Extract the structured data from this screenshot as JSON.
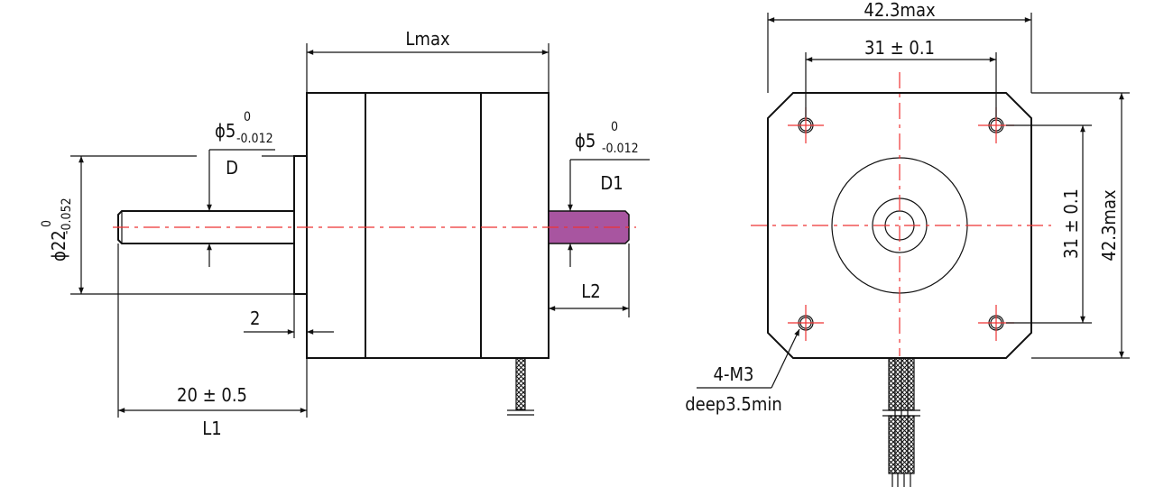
{
  "side_view": {
    "length_label": "Lmax",
    "shaft_front": {
      "dia_symbol": "ϕ5",
      "tol_upper": "0",
      "tol_lower": "-0.012",
      "label": "D"
    },
    "shaft_rear": {
      "dia_symbol": "ϕ5",
      "tol_upper": "0",
      "tol_lower": "-0.012",
      "label": "D1"
    },
    "pilot": {
      "dia_symbol": "ϕ22",
      "tol_upper": "0",
      "tol_lower": "-0.052"
    },
    "pilot_height": "2",
    "shaft_length": "20 ± 0.5",
    "shaft_length_label": "L1",
    "rear_shaft_length_label": "L2",
    "rear_shaft_color": "#a855a0"
  },
  "front_view": {
    "width": "42.3max",
    "hole_spacing_h": "31 ± 0.1",
    "hole_spacing_v": "31 ± 0.1",
    "height": "42.3max",
    "hole_callout": "4-M3",
    "hole_depth": "deep3.5min"
  }
}
